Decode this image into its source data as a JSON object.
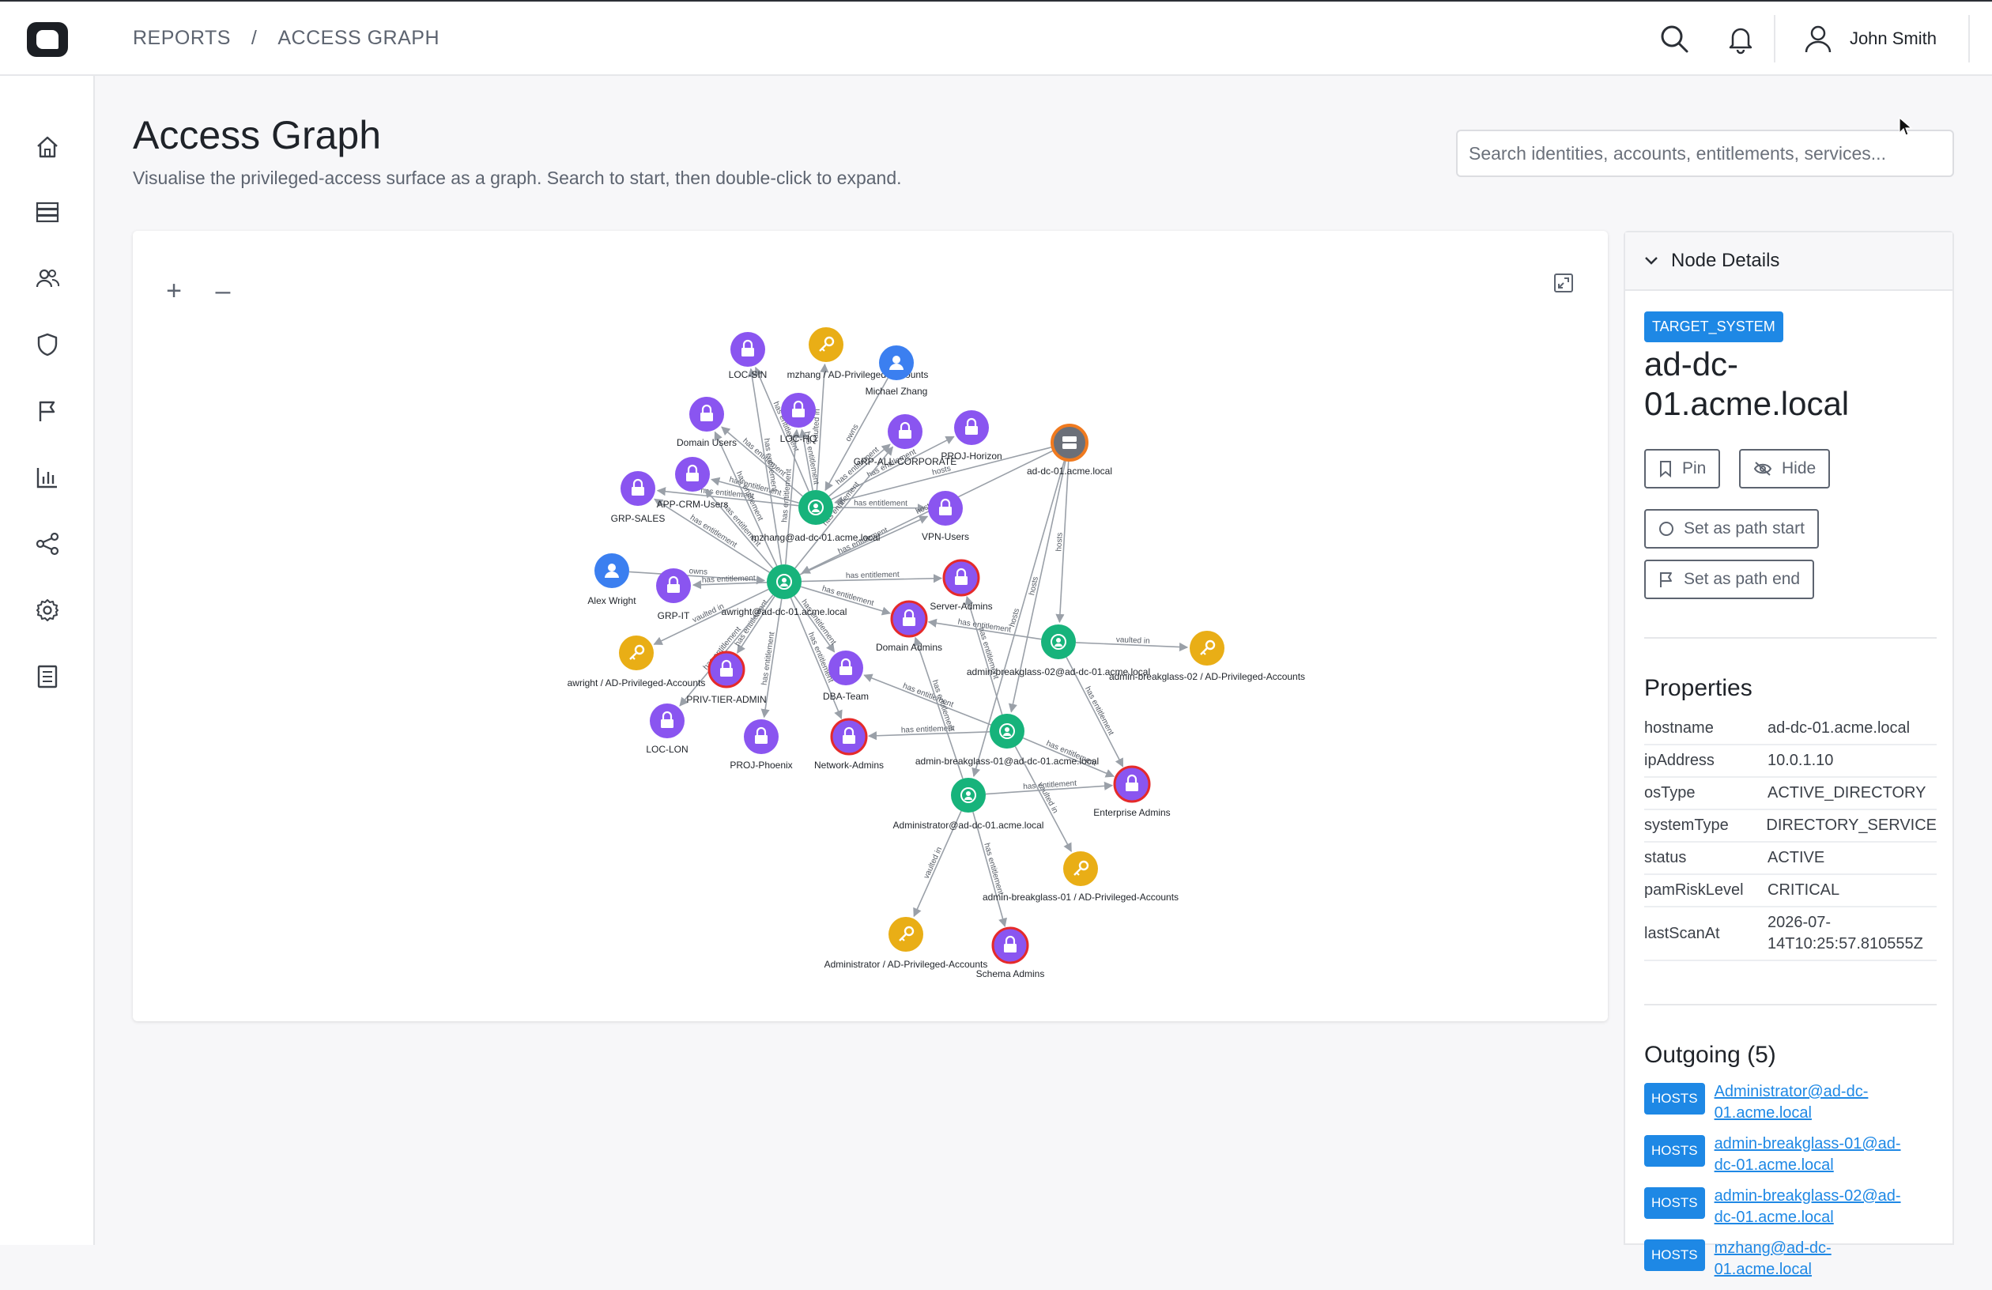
{
  "header": {
    "breadcrumb": [
      "REPORTS",
      "/",
      "ACCESS GRAPH"
    ],
    "user_name": "John Smith"
  },
  "page": {
    "title": "Access Graph",
    "subtitle": "Visualise the privileged-access surface as a graph. Search to start, then double-click to expand.",
    "search_placeholder": "Search identities, accounts, entitlements, services..."
  },
  "graph": {
    "zoom_in": "+",
    "zoom_out": "–",
    "colors": {
      "group": "#8a55f0",
      "account": "#17b37b",
      "vault": "#e9ae16",
      "person": "#3b7ff0",
      "system": "#8a55f0",
      "critical_ring": "#e52a2a",
      "system_ring": "#f07a1f",
      "edge": "#9aa0a8"
    },
    "nodes": [
      {
        "id": "loc-sin",
        "label": "LOC-SIN",
        "type": "group",
        "critical": false
      },
      {
        "id": "mzhang-vault",
        "label": "mzhang / AD-Privileged-Accounts",
        "type": "vault",
        "critical": false
      },
      {
        "id": "michael-zhang",
        "label": "Michael Zhang",
        "type": "person",
        "critical": false
      },
      {
        "id": "loc-hq",
        "label": "LOC-HQ",
        "type": "group",
        "critical": false
      },
      {
        "id": "domain-users",
        "label": "Domain Users",
        "type": "group",
        "critical": false
      },
      {
        "id": "grp-all-corporate",
        "label": "GRP-ALL-CORPORATE",
        "type": "group",
        "critical": false
      },
      {
        "id": "proj-horizon",
        "label": "PROJ-Horizon",
        "type": "group",
        "critical": false
      },
      {
        "id": "ad-dc-01",
        "label": "ad-dc-01.acme.local",
        "type": "system",
        "critical": false
      },
      {
        "id": "app-crm-users",
        "label": "APP-CRM-Users",
        "type": "group",
        "critical": false
      },
      {
        "id": "grp-sales",
        "label": "GRP-SALES",
        "type": "group",
        "critical": false
      },
      {
        "id": "mzhang-acct",
        "label": "mzhang@ad-dc-01.acme.local",
        "type": "account",
        "critical": false
      },
      {
        "id": "vpn-users",
        "label": "VPN-Users",
        "type": "group",
        "critical": false
      },
      {
        "id": "alex-wright",
        "label": "Alex Wright",
        "type": "person",
        "critical": false
      },
      {
        "id": "grp-it",
        "label": "GRP-IT",
        "type": "group",
        "critical": false
      },
      {
        "id": "awright-acct",
        "label": "awright@ad-dc-01.acme.local",
        "type": "account",
        "critical": false
      },
      {
        "id": "server-admins",
        "label": "Server-Admins",
        "type": "group",
        "critical": true
      },
      {
        "id": "domain-admins",
        "label": "Domain Admins",
        "type": "group",
        "critical": true
      },
      {
        "id": "bg02-acct",
        "label": "admin-breakglass-02@ad-dc-01.acme.local",
        "type": "account",
        "critical": false
      },
      {
        "id": "bg02-vault",
        "label": "admin-breakglass-02 / AD-Privileged-Accounts",
        "type": "vault",
        "critical": false
      },
      {
        "id": "awright-vault",
        "label": "awright / AD-Privileged-Accounts",
        "type": "vault",
        "critical": false
      },
      {
        "id": "priv-tier-admin",
        "label": "PRIV-TIER-ADMIN",
        "type": "group",
        "critical": true
      },
      {
        "id": "dba-team",
        "label": "DBA-Team",
        "type": "group",
        "critical": false
      },
      {
        "id": "loc-lon",
        "label": "LOC-LON",
        "type": "group",
        "critical": false
      },
      {
        "id": "proj-phoenix",
        "label": "PROJ-Phoenix",
        "type": "group",
        "critical": false
      },
      {
        "id": "network-admins",
        "label": "Network-Admins",
        "type": "group",
        "critical": true
      },
      {
        "id": "bg01-acct",
        "label": "admin-breakglass-01@ad-dc-01.acme.local",
        "type": "account",
        "critical": false
      },
      {
        "id": "enterprise-admins",
        "label": "Enterprise Admins",
        "type": "group",
        "critical": true
      },
      {
        "id": "administrator-acct",
        "label": "Administrator@ad-dc-01.acme.local",
        "type": "account",
        "critical": false
      },
      {
        "id": "bg01-vault",
        "label": "admin-breakglass-01 / AD-Privileged-Accounts",
        "type": "vault",
        "critical": false
      },
      {
        "id": "administrator-vault",
        "label": "Administrator / AD-Privileged-Accounts",
        "type": "vault",
        "critical": false
      },
      {
        "id": "schema-admins",
        "label": "Schema Admins",
        "type": "group",
        "critical": true
      }
    ],
    "edges": [
      {
        "from": "mzhang-acct",
        "to": "loc-sin",
        "label": "has entitlement"
      },
      {
        "from": "mzhang-acct",
        "to": "mzhang-vault",
        "label": "vaulted in"
      },
      {
        "from": "michael-zhang",
        "to": "mzhang-acct",
        "label": "owns"
      },
      {
        "from": "mzhang-acct",
        "to": "loc-hq",
        "label": "has entitlement"
      },
      {
        "from": "mzhang-acct",
        "to": "domain-users",
        "label": "has entitlement"
      },
      {
        "from": "mzhang-acct",
        "to": "grp-all-corporate",
        "label": "has entitlement"
      },
      {
        "from": "mzhang-acct",
        "to": "proj-horizon",
        "label": "has entitlement"
      },
      {
        "from": "mzhang-acct",
        "to": "app-crm-users",
        "label": "has entitlement"
      },
      {
        "from": "mzhang-acct",
        "to": "grp-sales",
        "label": "has entitlement"
      },
      {
        "from": "mzhang-acct",
        "to": "vpn-users",
        "label": "has entitlement"
      },
      {
        "from": "ad-dc-01",
        "to": "mzhang-acct",
        "label": "hosts"
      },
      {
        "from": "alex-wright",
        "to": "awright-acct",
        "label": "owns"
      },
      {
        "from": "awright-acct",
        "to": "grp-it",
        "label": "has entitlement"
      },
      {
        "from": "awright-acct",
        "to": "awright-vault",
        "label": "vaulted in"
      },
      {
        "from": "awright-acct",
        "to": "priv-tier-admin",
        "label": "has entitlement"
      },
      {
        "from": "awright-acct",
        "to": "dba-team",
        "label": "has entitlement"
      },
      {
        "from": "awright-acct",
        "to": "server-admins",
        "label": "has entitlement"
      },
      {
        "from": "awright-acct",
        "to": "domain-admins",
        "label": "has entitlement"
      },
      {
        "from": "awright-acct",
        "to": "domain-users",
        "label": "has entitlement"
      },
      {
        "from": "awright-acct",
        "to": "grp-sales",
        "label": "has entitlement"
      },
      {
        "from": "awright-acct",
        "to": "app-crm-users",
        "label": "has entitlement"
      },
      {
        "from": "awright-acct",
        "to": "loc-sin",
        "label": "has entitlement"
      },
      {
        "from": "awright-acct",
        "to": "loc-hq",
        "label": "has entitlement"
      },
      {
        "from": "awright-acct",
        "to": "vpn-users",
        "label": "has entitlement"
      },
      {
        "from": "awright-acct",
        "to": "grp-all-corporate",
        "label": "has entitlement"
      },
      {
        "from": "awright-acct",
        "to": "network-admins",
        "label": "has entitlement"
      },
      {
        "from": "ad-dc-01",
        "to": "awright-acct",
        "label": "hosts"
      },
      {
        "from": "ad-dc-01",
        "to": "bg02-acct",
        "label": "hosts"
      },
      {
        "from": "ad-dc-01",
        "to": "bg01-acct",
        "label": "hosts"
      },
      {
        "from": "ad-dc-01",
        "to": "administrator-acct",
        "label": "hosts"
      },
      {
        "from": "bg02-acct",
        "to": "bg02-vault",
        "label": "vaulted in"
      },
      {
        "from": "bg02-acct",
        "to": "domain-admins",
        "label": "has entitlement"
      },
      {
        "from": "bg02-acct",
        "to": "enterprise-admins",
        "label": "has entitlement"
      },
      {
        "from": "bg01-acct",
        "to": "network-admins",
        "label": "has entitlement"
      },
      {
        "from": "bg01-acct",
        "to": "dba-team",
        "label": "has entitlement"
      },
      {
        "from": "bg01-acct",
        "to": "enterprise-admins",
        "label": "has entitlement"
      },
      {
        "from": "bg01-acct",
        "to": "bg01-vault",
        "label": "vaulted in"
      },
      {
        "from": "bg01-acct",
        "to": "server-admins",
        "label": "has entitlement"
      },
      {
        "from": "administrator-acct",
        "to": "enterprise-admins",
        "label": "has entitlement"
      },
      {
        "from": "administrator-acct",
        "to": "administrator-vault",
        "label": "vaulted in"
      },
      {
        "from": "administrator-acct",
        "to": "schema-admins",
        "label": "has entitlement"
      },
      {
        "from": "administrator-acct",
        "to": "domain-admins",
        "label": "has entitlement"
      },
      {
        "from": "awright-acct",
        "to": "loc-lon",
        "label": "has entitlement"
      },
      {
        "from": "awright-acct",
        "to": "proj-phoenix",
        "label": "has entitlement"
      }
    ]
  },
  "details": {
    "header": "Node Details",
    "badge": "TARGET_SYSTEM",
    "title": "ad-dc-01.acme.local",
    "pin_label": "Pin",
    "hide_label": "Hide",
    "path_start_label": "Set as path start",
    "path_end_label": "Set as path end",
    "properties_title": "Properties",
    "properties": [
      {
        "key": "hostname",
        "value": "ad-dc-01.acme.local"
      },
      {
        "key": "ipAddress",
        "value": "10.0.1.10"
      },
      {
        "key": "osType",
        "value": "ACTIVE_DIRECTORY"
      },
      {
        "key": "systemType",
        "value": "DIRECTORY_SERVICE"
      },
      {
        "key": "status",
        "value": "ACTIVE"
      },
      {
        "key": "pamRiskLevel",
        "value": "CRITICAL"
      },
      {
        "key": "lastScanAt",
        "value": "2026-07-14T10:25:57.810555Z"
      }
    ],
    "outgoing_title": "Outgoing (5)",
    "outgoing": [
      {
        "type": "HOSTS",
        "target": "Administrator@ad-dc-01.acme.local"
      },
      {
        "type": "HOSTS",
        "target": "admin-breakglass-01@ad-dc-01.acme.local"
      },
      {
        "type": "HOSTS",
        "target": "admin-breakglass-02@ad-dc-01.acme.local"
      },
      {
        "type": "HOSTS",
        "target": "mzhang@ad-dc-01.acme.local"
      }
    ]
  }
}
